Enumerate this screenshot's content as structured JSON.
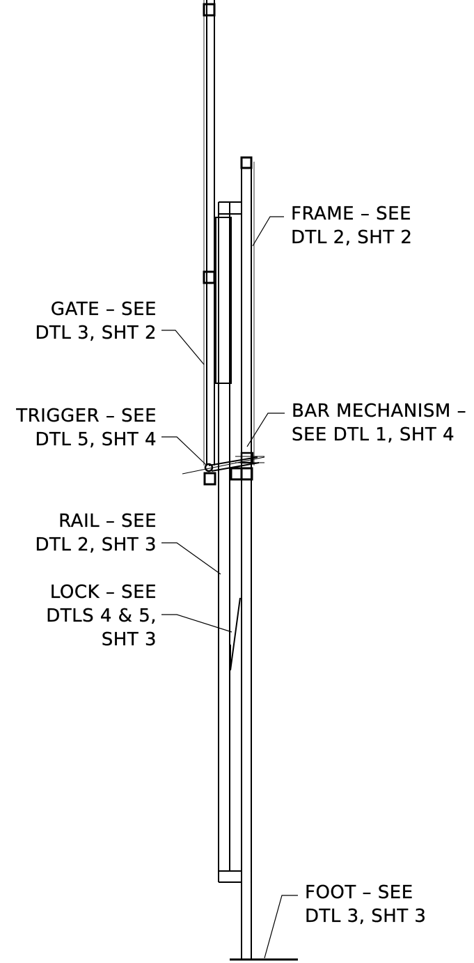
{
  "callouts": {
    "frame": {
      "line1": "FRAME – SEE",
      "line2": "DTL 2, SHT 2"
    },
    "gate": {
      "line1": "GATE – SEE",
      "line2": "DTL 3, SHT 2"
    },
    "trigger": {
      "line1": "TRIGGER – SEE",
      "line2": "DTL 5, SHT 4"
    },
    "bar_mechanism": {
      "line1": "BAR MECHANISM –",
      "line2": "SEE DTL 1, SHT 4"
    },
    "rail": {
      "line1": "RAIL – SEE",
      "line2": "DTL 2, SHT 3"
    },
    "lock": {
      "line1": "LOCK – SEE",
      "line2": "DTLS 4 & 5,",
      "line3": "SHT 3"
    },
    "foot": {
      "line1": "FOOT – SEE",
      "line2": "DTL 3, SHT 3"
    }
  },
  "colors": {
    "line": "#000000",
    "background": "#ffffff",
    "gray_edge": "#9a9a9a"
  }
}
